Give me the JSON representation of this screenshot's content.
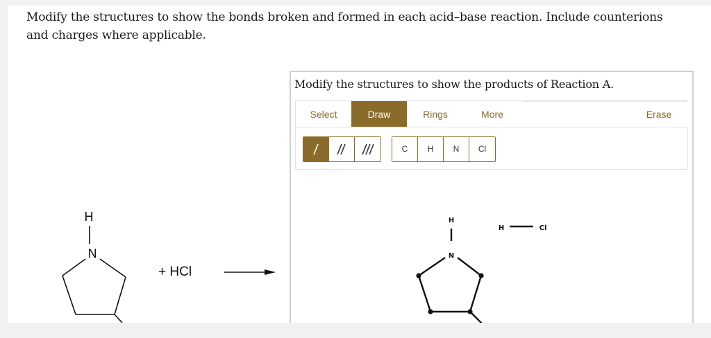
{
  "question": {
    "text": "Modify the structures to show the bonds broken and formed in each acid–base reaction. Include counterions and charges where applicable."
  },
  "left_reaction": {
    "atom_h": "H",
    "atom_n": "N",
    "reagent": "+ HCl"
  },
  "editor": {
    "title": "Modify the structures to show the products of Reaction A.",
    "tabs": [
      {
        "label": "Select",
        "active": false
      },
      {
        "label": "Draw",
        "active": true
      },
      {
        "label": "Rings",
        "active": false
      },
      {
        "label": "More",
        "active": false
      }
    ],
    "erase_label": "Erase",
    "bond_tools": [
      {
        "icon": "single-bond-icon",
        "glyph": "/",
        "active": true
      },
      {
        "icon": "double-bond-icon",
        "glyph": "//",
        "active": false
      },
      {
        "icon": "triple-bond-icon",
        "glyph": "///",
        "active": false
      }
    ],
    "atom_tools": [
      "C",
      "H",
      "N",
      "Cl"
    ],
    "canvas": {
      "atom_h": "H",
      "atom_n": "N",
      "hcl_h": "H",
      "hcl_cl": "Cl"
    }
  },
  "colors": {
    "accent": "#8b6b29",
    "page_bg": "#ffffff",
    "outer_bg": "#f1f1f1"
  }
}
